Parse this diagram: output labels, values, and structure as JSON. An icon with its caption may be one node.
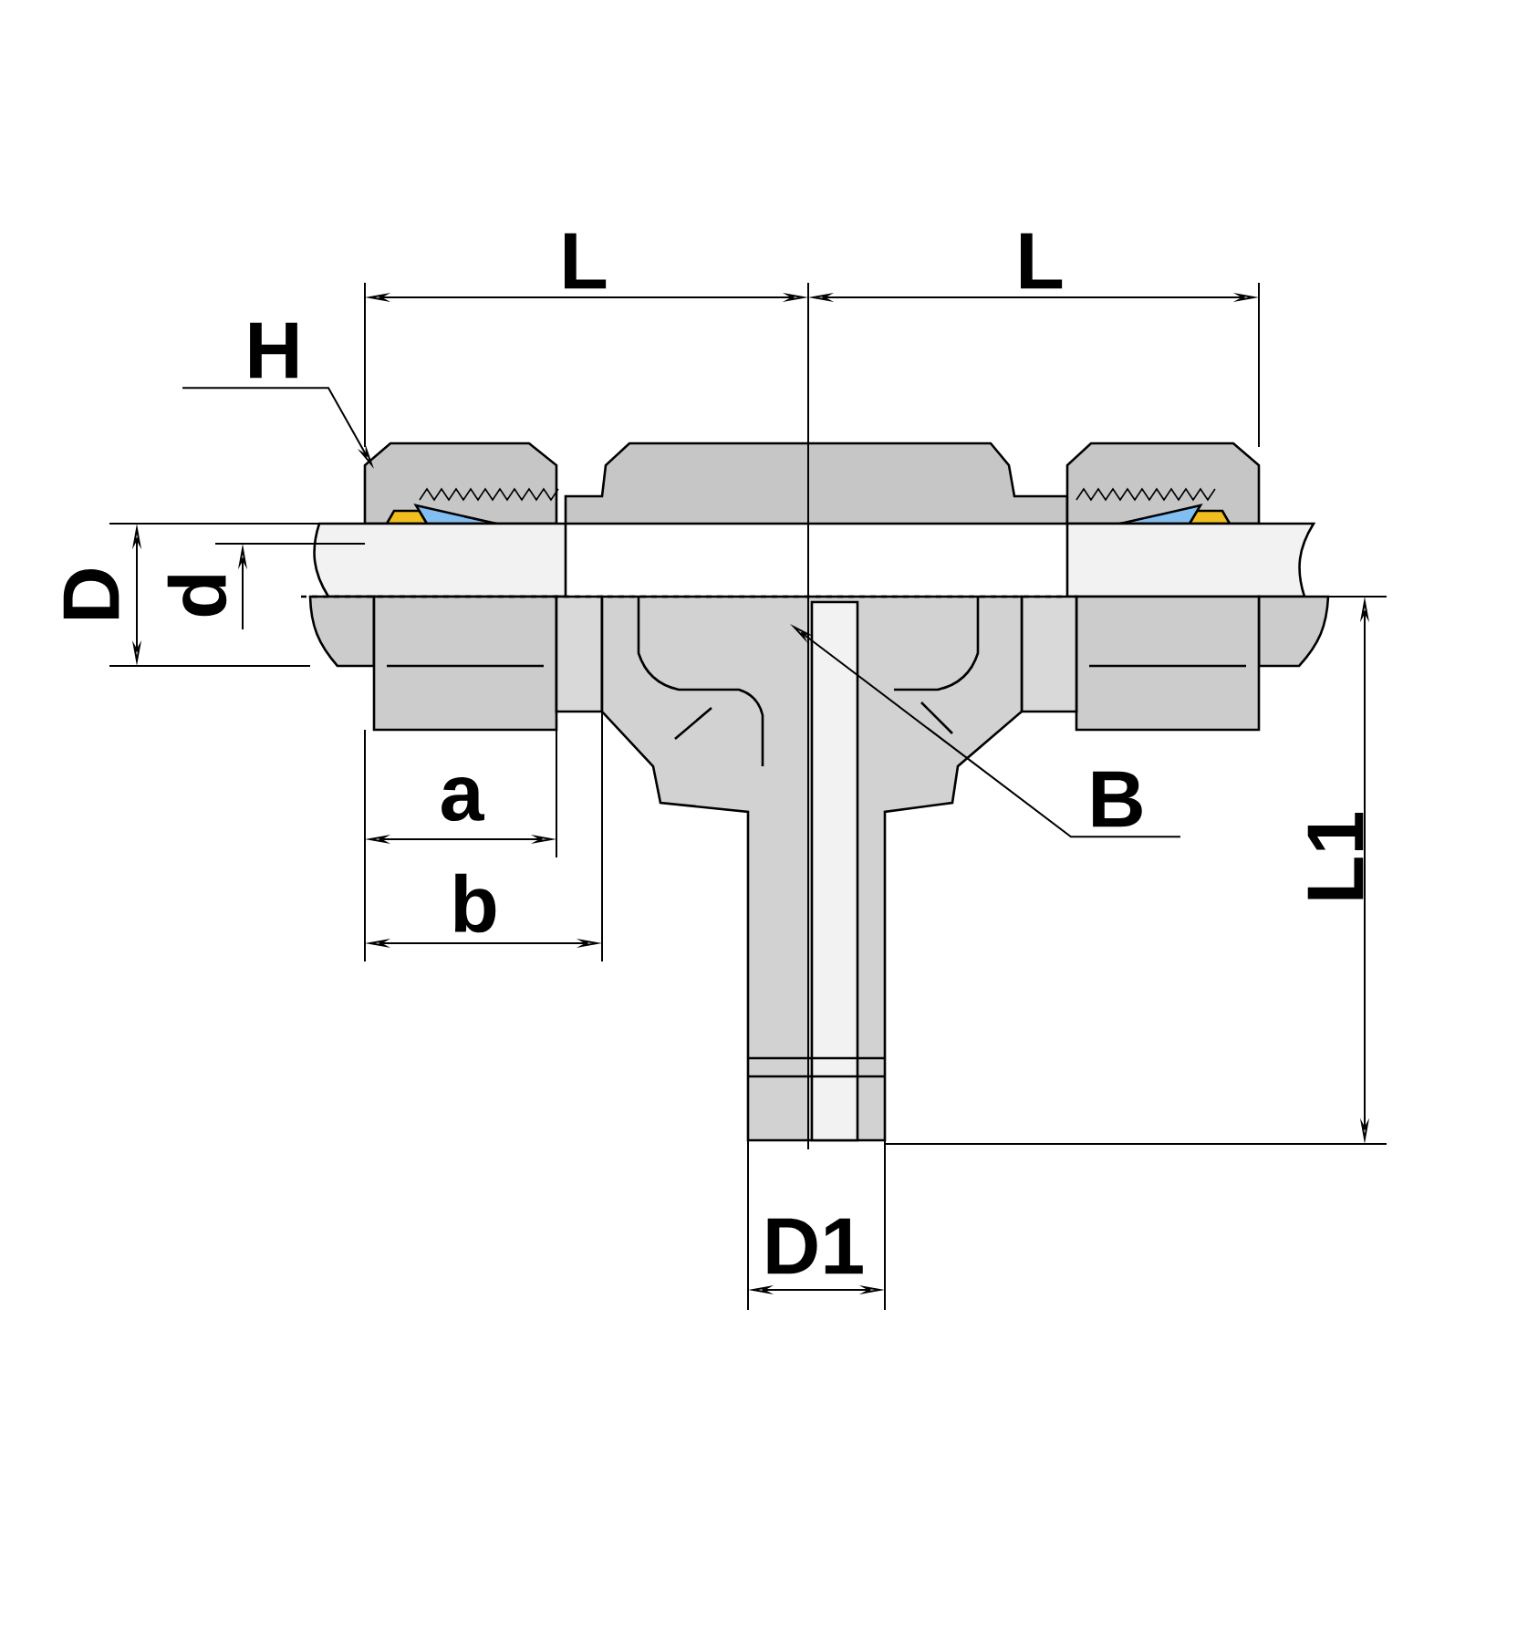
{
  "diagram": {
    "nodes": [
      {
        "text": [
          "H"
        ]
      },
      {
        "text": [
          "B"
        ]
      }
    ],
    "edges": [
      {
        "from": 0,
        "to": null,
        "arrow": "to"
      },
      {
        "from": 1,
        "to": null,
        "arrow": "to"
      }
    ],
    "labels": [
      "L",
      "L",
      "D",
      "d",
      "a",
      "b",
      "L1",
      "D1"
    ]
  }
}
